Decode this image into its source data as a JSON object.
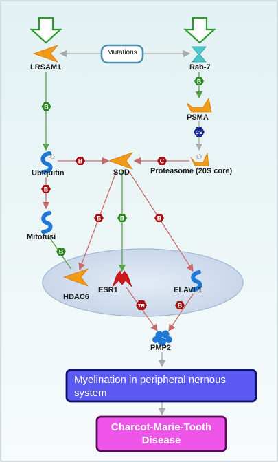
{
  "nodes": {
    "mutations": "Mutations",
    "lrsam1": "LRSAM1",
    "rab7": "Rab-7",
    "psma": "PSMA",
    "proteasome": "Proteasome (20S core)",
    "ubiquitin": "Ubiquitin",
    "sod": "SOD",
    "mitofusi": "Mitofusi",
    "hdac6": "HDAC6",
    "esr1": "ESR1",
    "elavl1": "ELAVL1",
    "pmp2": "PMP2"
  },
  "outcomes": {
    "myelination_line1": "Myelination in peripheral nernous",
    "myelination_line2": "system",
    "disease_line1": "Charcot-Marie-Tooth",
    "disease_line2": "Disease"
  },
  "edge_badges": {
    "b": "B",
    "c": "C",
    "cs": "CS",
    "tr": "TR"
  },
  "colors": {
    "green_badge": "#2a8a1e",
    "red_badge": "#a50f0f",
    "blue_badge": "#1a2a9a",
    "arrow_green": "#5aa04a",
    "arrow_red": "#c86a6a",
    "arrow_gray": "#a9a9a9",
    "orange_node": "#f29a1a",
    "blue_node": "#1f78d6",
    "teal_node": "#4fc6cc",
    "red_node": "#d01818",
    "myelination_box": "#5a5af2",
    "disease_box": "#ee55e8"
  }
}
